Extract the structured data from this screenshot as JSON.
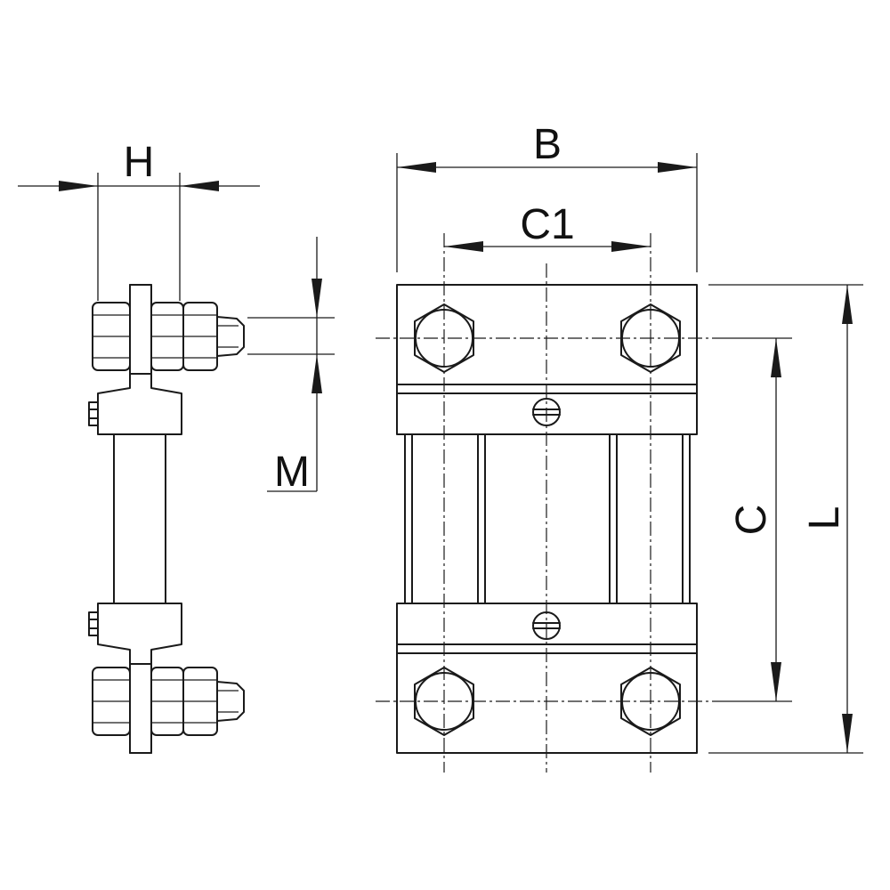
{
  "diagram": {
    "dimension_labels": {
      "H": "H",
      "M": "M",
      "B": "B",
      "C1": "C1",
      "C": "C",
      "L": "L"
    }
  }
}
